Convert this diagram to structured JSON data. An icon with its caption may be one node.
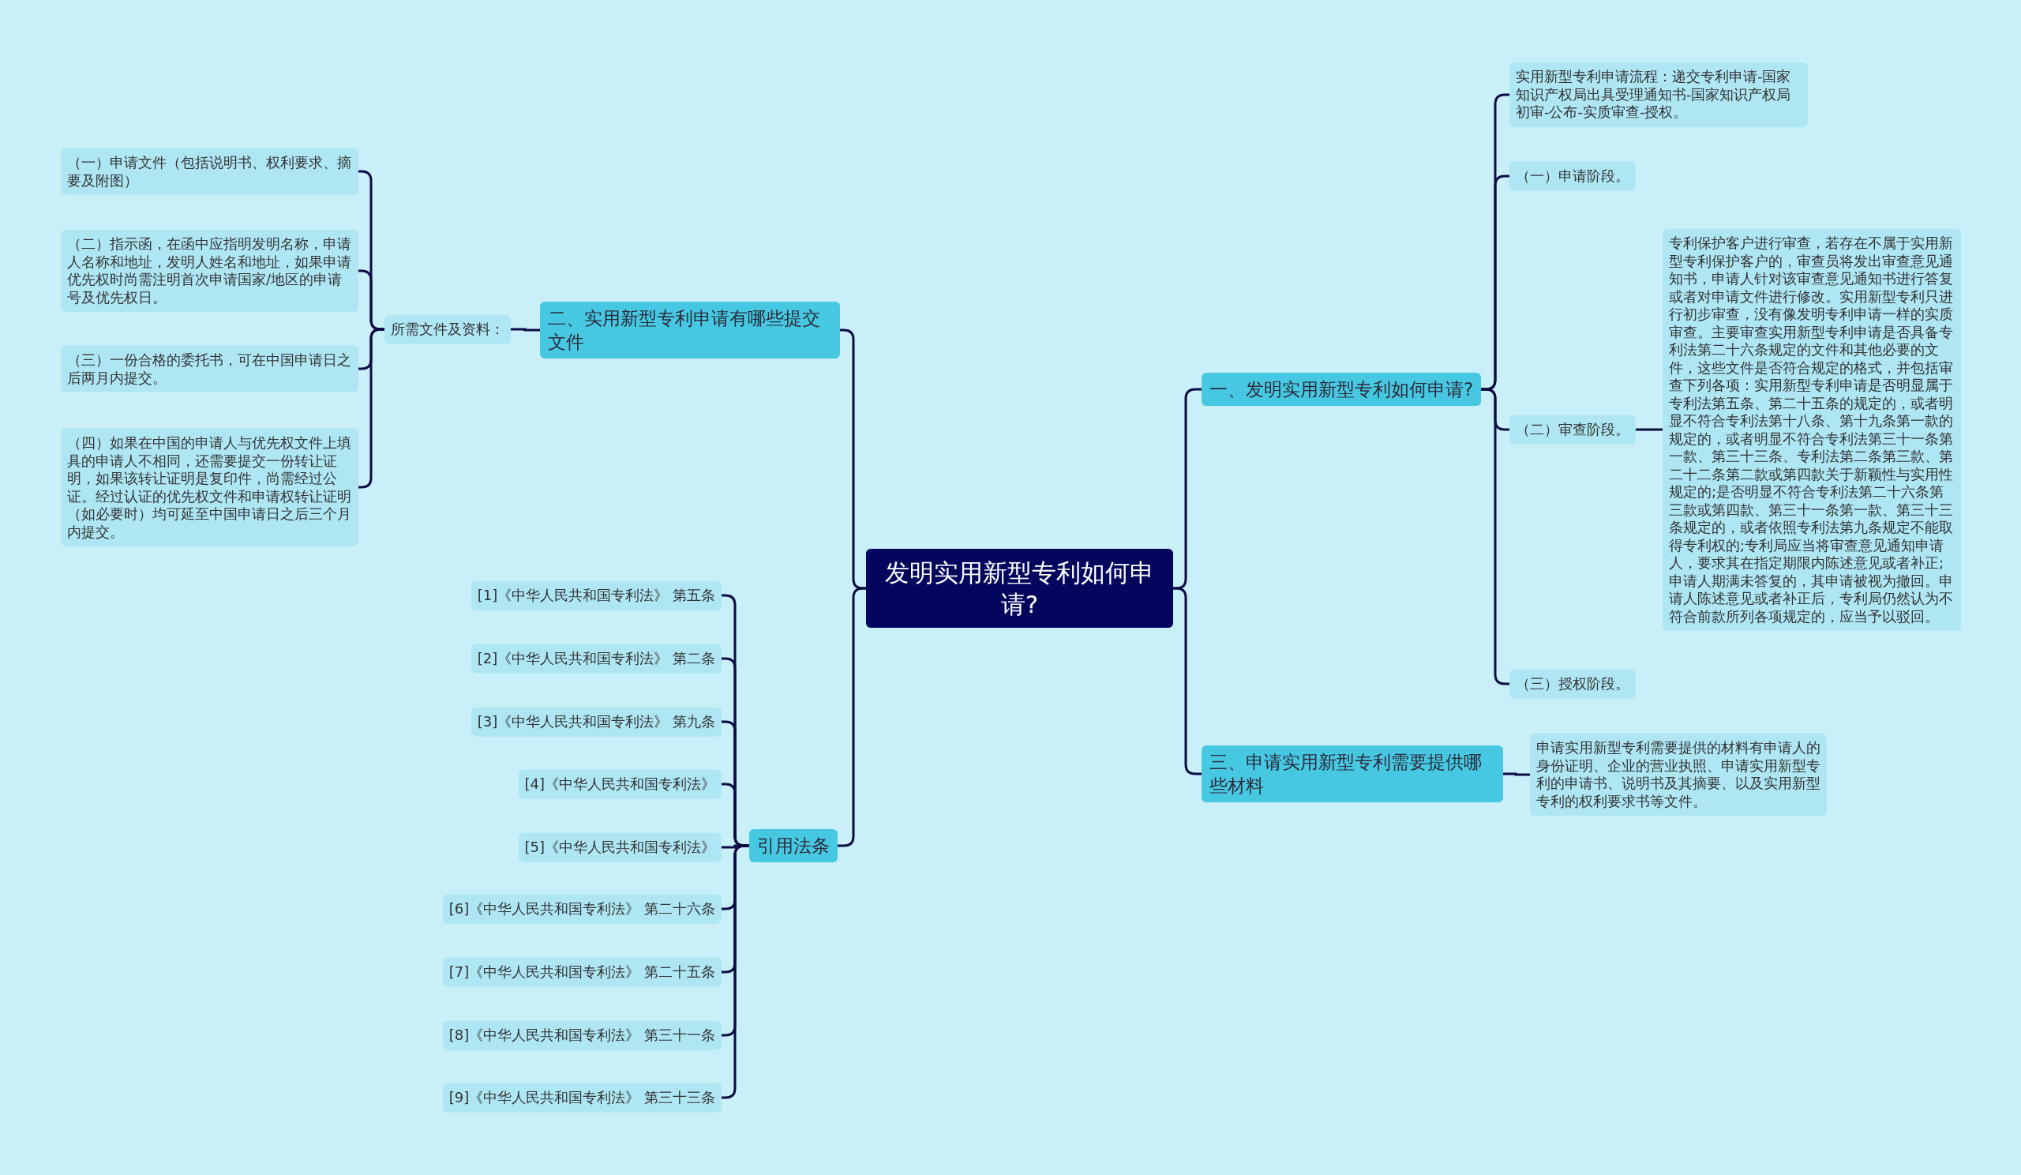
{
  "diagram": {
    "nodes": [
      {
        "text": [
          "发明实用新型专利如何申请?"
        ]
      },
      {
        "text": [
          "一、发明实用新型专利如何申请?"
        ]
      },
      {
        "text": [
          "实用新型专利申请流程：递交专利申请-国家知识产权局出具受理通知书-国家知识产权局初审-公布-实质审查-授权。"
        ]
      },
      {
        "text": [
          "（一）申请阶段。"
        ]
      },
      {
        "text": [
          "（二）审查阶段。"
        ]
      },
      {
        "text": [
          "专利保护客户进行审查，若存在不属于实用新型专利保护客户的，审查员将发出审查意见通知书，申请人针对该审查意见通知书进行答复或者对申请文件进行修改。实用新型专利只进行初步审查，没有像发明专利申请一样的实质审查。主要审查实用新型专利申请是否具备专利法第二十六条规定的文件和其他必要的文件，这些文件是否符合规定的格式，并包括审查下列各项：实用新型专利申请是否明显属于专利法第五条、第二十五条的规定的，或者明显不符合专利法第十八条、第十九条第一款的规定的，或者明显不符合专利法第三十一条第一款、第三十三条、专利法第二条第三款、第二十二条第二款或第四款关于新颖性与实用性规定的;是否明显不符合专利法第二十六条第三款或第四款、第三十一条第一款、第三十三条规定的，或者依照专利法第九条规定不能取得专利权的;专利局应当将审查意见通知申请人，要求其在指定期限内陈述意见或者补正;申请人期满未答复的，其申请被视为撤回。申请人陈述意见或者补正后，专利局仍然认为不符合前款所列各项规定的，应当予以驳回。"
        ]
      },
      {
        "text": [
          "（三）授权阶段。"
        ]
      },
      {
        "text": [
          "三、申请实用新型专利需要提供哪些材料"
        ]
      },
      {
        "text": [
          "申请实用新型专利需要提供的材料有申请人的身份证明、企业的营业执照、申请实用新型专利的申请书、说明书及其摘要、以及实用新型专利的权利要求书等文件。"
        ]
      },
      {
        "text": [
          "二、实用新型专利申请有哪些提交文件"
        ]
      },
      {
        "text": [
          "所需文件及资料："
        ]
      },
      {
        "text": [
          "（一）申请文件（包括说明书、权利要求、摘要及附图）"
        ]
      },
      {
        "text": [
          "（二）指示函，在函中应指明发明名称，申请人名称和地址，发明人姓名和地址，如果申请优先权时尚需注明首次申请国家/地区的申请号及优先权日。"
        ]
      },
      {
        "text": [
          "（三）一份合格的委托书，可在中国申请日之后两月内提交。"
        ]
      },
      {
        "text": [
          "（四）如果在中国的申请人与优先权文件上填具的申请人不相同，还需要提交一份转让证明，如果该转让证明是复印件，尚需经过公证。经过认证的优先权文件和申请权转让证明（如必要时）均可延至中国申请日之后三个月内提交。"
        ]
      },
      {
        "text": [
          "引用法条"
        ]
      },
      {
        "text": [
          "[1]《中华人民共和国专利法》 第五条"
        ]
      },
      {
        "text": [
          "[2]《中华人民共和国专利法》 第二条"
        ]
      },
      {
        "text": [
          "[3]《中华人民共和国专利法》 第九条"
        ]
      },
      {
        "text": [
          "[4]《中华人民共和国专利法》"
        ]
      },
      {
        "text": [
          "[5]《中华人民共和国专利法》"
        ]
      },
      {
        "text": [
          "[6]《中华人民共和国专利法》 第二十六条"
        ]
      },
      {
        "text": [
          "[7]《中华人民共和国专利法》 第二十五条"
        ]
      },
      {
        "text": [
          "[8]《中华人民共和国专利法》 第三十一条"
        ]
      },
      {
        "text": [
          "[9]《中华人民共和国专利法》 第三十三条"
        ]
      }
    ],
    "edges": [
      {
        "from": 0,
        "to": 1,
        "arrow": "none"
      },
      {
        "from": 1,
        "to": 2,
        "arrow": "none"
      },
      {
        "from": 1,
        "to": 3,
        "arrow": "none"
      },
      {
        "from": 1,
        "to": 4,
        "arrow": "none"
      },
      {
        "from": 4,
        "to": 5,
        "arrow": "none"
      },
      {
        "from": 1,
        "to": 6,
        "arrow": "none"
      },
      {
        "from": 0,
        "to": 7,
        "arrow": "none"
      },
      {
        "from": 7,
        "to": 8,
        "arrow": "none"
      },
      {
        "from": 0,
        "to": 9,
        "arrow": "none"
      },
      {
        "from": 9,
        "to": 10,
        "arrow": "none"
      },
      {
        "from": 10,
        "to": 11,
        "arrow": "none"
      },
      {
        "from": 10,
        "to": 12,
        "arrow": "none"
      },
      {
        "from": 10,
        "to": 13,
        "arrow": "none"
      },
      {
        "from": 10,
        "to": 14,
        "arrow": "none"
      },
      {
        "from": 0,
        "to": 15,
        "arrow": "none"
      },
      {
        "from": 15,
        "to": 16,
        "arrow": "none"
      },
      {
        "from": 15,
        "to": 17,
        "arrow": "none"
      },
      {
        "from": 15,
        "to": 18,
        "arrow": "none"
      },
      {
        "from": 15,
        "to": 19,
        "arrow": "none"
      },
      {
        "from": 15,
        "to": 20,
        "arrow": "none"
      },
      {
        "from": 15,
        "to": 21,
        "arrow": "none"
      },
      {
        "from": 15,
        "to": 22,
        "arrow": "none"
      },
      {
        "from": 15,
        "to": 23,
        "arrow": "none"
      },
      {
        "from": 15,
        "to": 24,
        "arrow": "none"
      }
    ]
  }
}
